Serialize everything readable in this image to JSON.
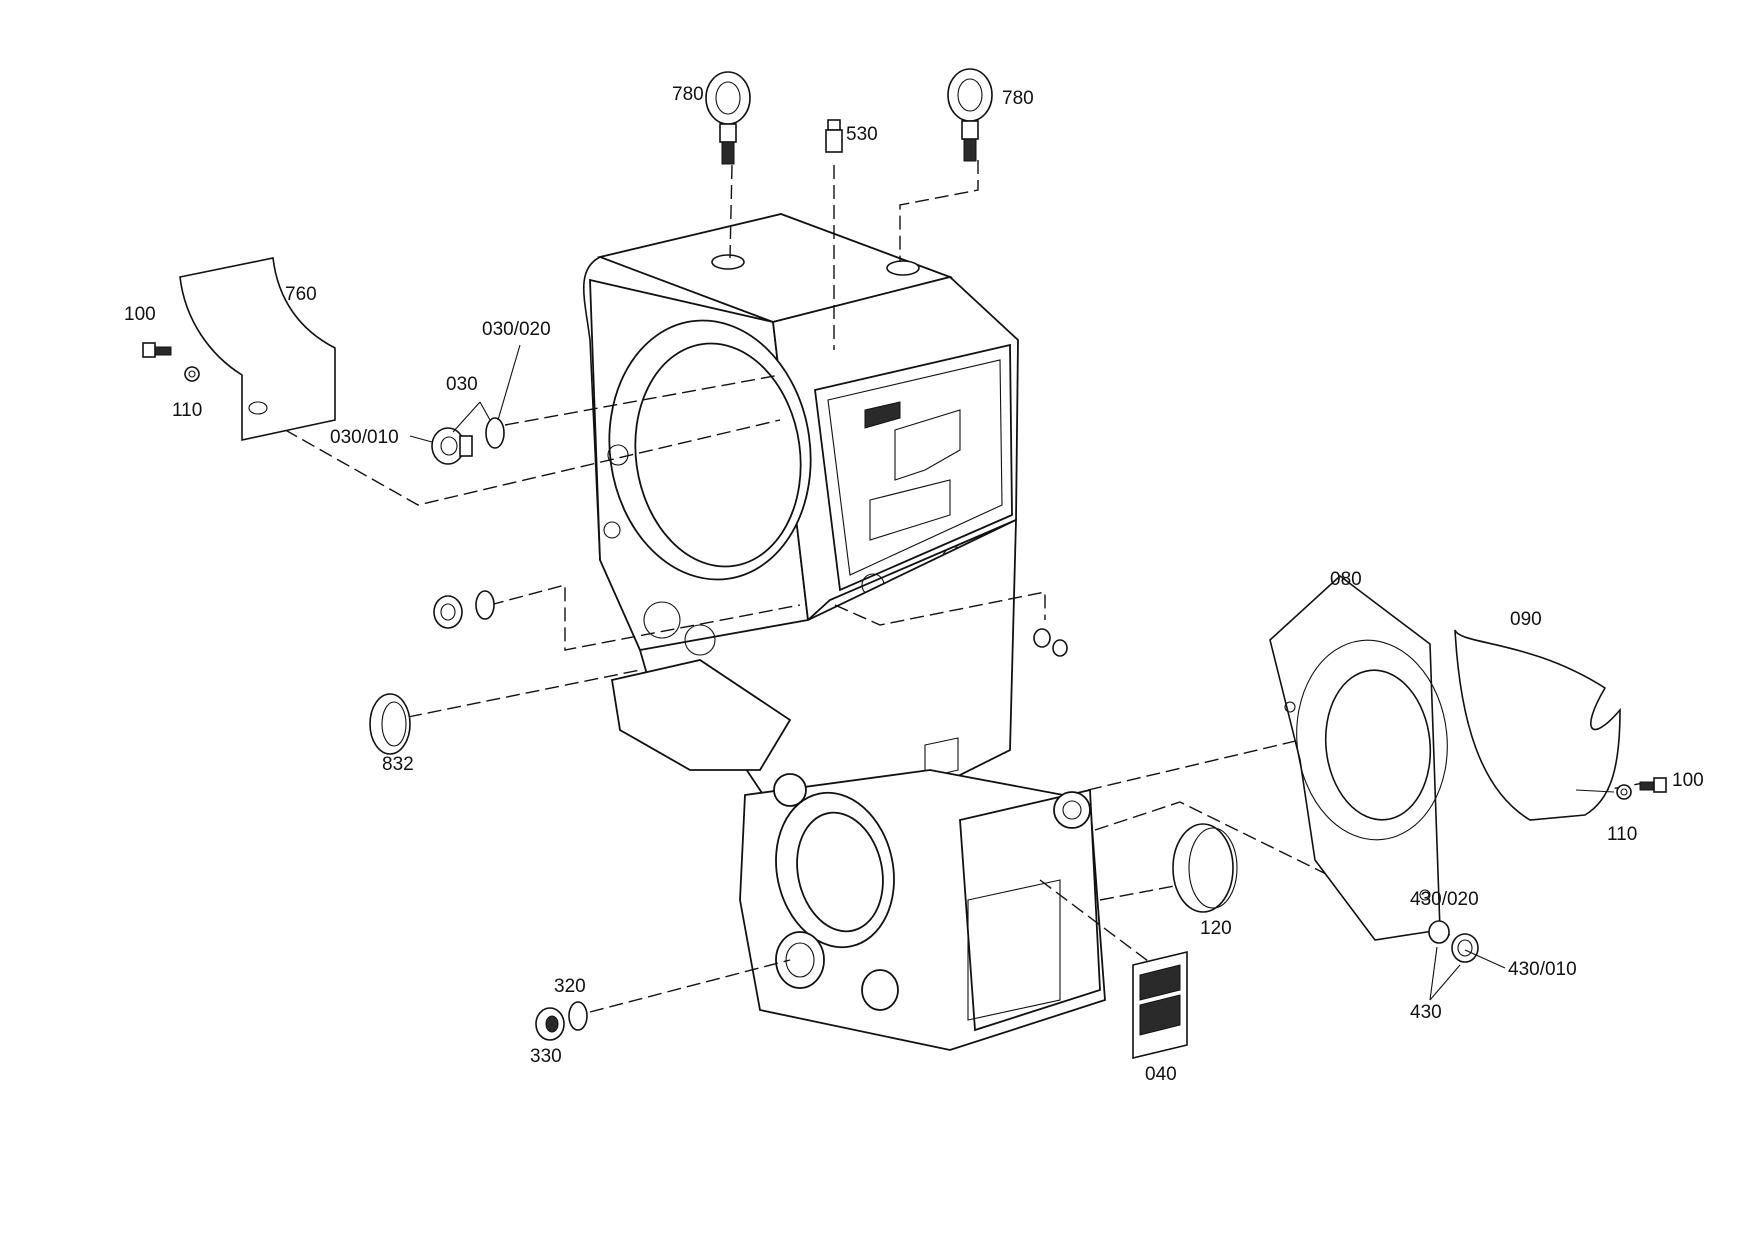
{
  "labels": {
    "eyebolt_left": "780",
    "eyebolt_right": "780",
    "breather": "530",
    "cover_left": "760",
    "screw_left": "100",
    "washer_left": "110",
    "plug_assembly": "030",
    "plug_ring": "030/020",
    "plug_screw": "030/010",
    "seal_ring": "832",
    "sheet_080": "080",
    "sheet_090": "090",
    "screw_right": "100",
    "washer_right": "110",
    "cap": "120",
    "plate": "040",
    "drain_ring": "430/020",
    "drain_screw": "430/010",
    "drain_assembly": "430",
    "plug_ring_lower": "320",
    "plug_screw_lower": "330"
  }
}
